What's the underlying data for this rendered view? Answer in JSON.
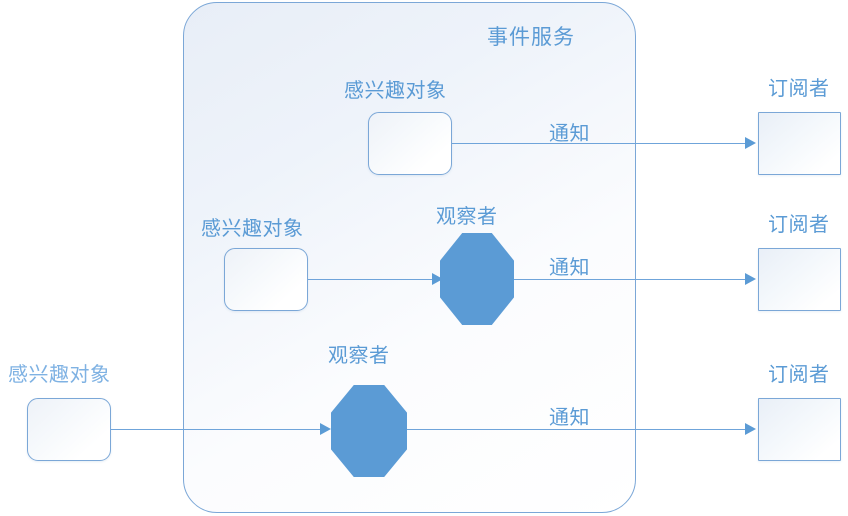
{
  "diagram": {
    "title": "事件服务",
    "container_name": "event-service-boundary",
    "colors": {
      "accent": "#5B9BD5",
      "line": "#6FA4DA",
      "label_text": "#7FB2E3",
      "border": "#7BA7D7",
      "background": "#FFFFFF",
      "container_fill": "#EEF3FA"
    },
    "labels": {
      "subject": "感兴趣对象",
      "observer": "观察者",
      "notify": "通知",
      "subscriber": "订阅者"
    },
    "rows": [
      {
        "id": "row-1",
        "subject_label": "感兴趣对象",
        "subject_inside_container": true,
        "observer_label": null,
        "has_observer": false,
        "notify_label": "通知",
        "subscriber_label": "订阅者"
      },
      {
        "id": "row-2",
        "subject_label": "感兴趣对象",
        "subject_inside_container": true,
        "observer_label": "观察者",
        "has_observer": true,
        "notify_label": "通知",
        "subscriber_label": "订阅者"
      },
      {
        "id": "row-3",
        "subject_label": "感兴趣对象",
        "subject_inside_container": false,
        "observer_label": "观察者",
        "has_observer": true,
        "notify_label": "通知",
        "subscriber_label": "订阅者"
      }
    ]
  }
}
